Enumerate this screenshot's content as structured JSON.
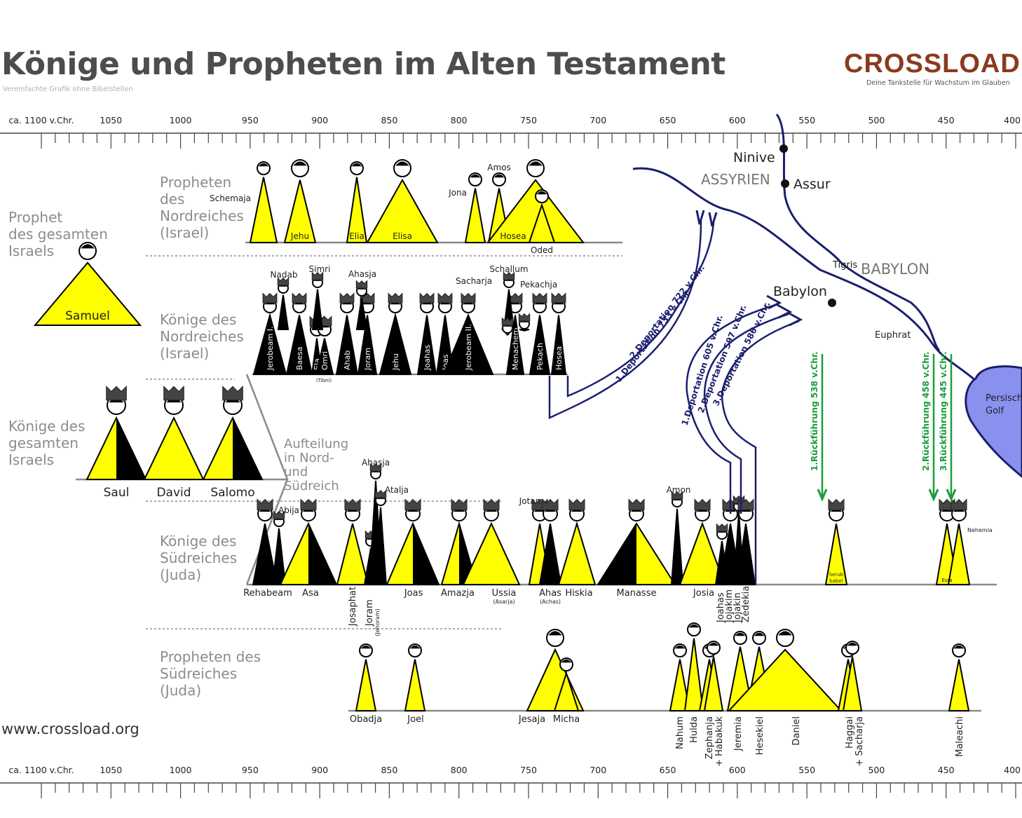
{
  "header": {
    "title": "Könige und Propheten im Alten Testament",
    "subtitle": "Vereinfachte Grafik ohne Bibelstellen",
    "brand": "CROSSLOAD",
    "brand_tagline": "Deine Tankstelle für Wachstum im Glauben",
    "website": "www.crossload.org"
  },
  "colors": {
    "prophet": "#ffff00",
    "evil": "#000000",
    "route": "#1a1f6e",
    "return": "#1a9e3a",
    "gulf": "#8a90ee",
    "axis": "#444444"
  },
  "timeline": {
    "labels": [
      "ca. 1100 v.Chr.",
      "1050",
      "1000",
      "950",
      "900",
      "850",
      "800",
      "750",
      "700",
      "650",
      "600",
      "550",
      "500",
      "450",
      "400"
    ]
  },
  "row_labels": {
    "prophet_all_israel": "Prophet\ndes gesamten\nIsraels",
    "kings_all_israel": "Könige des\ngesamten\nIsraels",
    "prophets_north": "Propheten\ndes\nNordreiches\n(Israel)",
    "kings_north": "Könige des\nNordreiches\n(Israel)",
    "kings_south": "Könige des\nSüdreiches\n(Juda)",
    "prophets_south": "Propheten des\nSüdreiches\n(Juda)",
    "division": "Aufteilung\nin Nord-\nund\nSüdreich"
  },
  "map": {
    "places": [
      "Ninive",
      "ASSYRIEN",
      "Assur",
      "Tigris",
      "BABYLON",
      "Babylon",
      "Euphrat"
    ],
    "gulf": "Persisch\nGolf"
  },
  "deportations": {
    "north": [
      "2.Deportation 722 v.Chr.",
      "1.Deportation 733 v.Chr."
    ],
    "south": [
      "1.Deportation 605 v.Chr.",
      "2.Deportation 597 v.Chr.",
      "3.Deportation 586 v.Chr."
    ]
  },
  "returns": [
    "1.Rückführung 538 v.Chr.",
    "2.Rückführung 458 v.Chr.",
    "3.Rückführung 445 v.Chr."
  ],
  "people": {
    "samuel": "Samuel",
    "united_kings": [
      "Saul",
      "David",
      "Salomo"
    ],
    "north_prophets": [
      "Schemaja",
      "Jehu",
      "Elia",
      "Elisa",
      "Jona",
      "Amos",
      "Hosea",
      "Oded"
    ],
    "north_kings_vertical": [
      "Jerobeam I.",
      "Baesa",
      "Ela",
      "Omri",
      "Ahab",
      "Joram",
      "Jehu",
      "Joahas",
      "Joas",
      "Jerobeam II.",
      "Menachem",
      "Pekach",
      "Hosea"
    ],
    "north_kings_top": [
      "Nadab",
      "Simri",
      "Ahasja",
      "Schallum",
      "Sacharja",
      "Pekachja"
    ],
    "north_kings_note": "(Tibni)",
    "south_kings_bottom": [
      "Rehabeam",
      "Asa",
      "Joas",
      "Amazja",
      "Ussia",
      "Ahas",
      "Hiskia",
      "Manasse",
      "Josia"
    ],
    "south_kings_notes": [
      "(Asarja)",
      "(Achas)",
      "(Jehoram)"
    ],
    "south_kings_vertical": [
      "Josaphat",
      "Joram",
      "Joahas",
      "Jojakim",
      "Jojakin",
      "Zedekia"
    ],
    "south_kings_top": [
      "Abija",
      "Ahasja",
      "Atalja",
      "Jotam",
      "Amon"
    ],
    "post_exile": [
      "Serubbabel",
      "Esra",
      "Nehemia"
    ],
    "south_prophets_bottom": [
      "Obadja",
      "Joel",
      "Jesaja",
      "Micha"
    ],
    "south_prophets_vertical": [
      "Nahum",
      "Hulda",
      "Zephanja + Habakuk",
      "Jeremia",
      "Hesekiel",
      "Daniel",
      "Haggai + Sacharja",
      "Maleachi"
    ]
  }
}
